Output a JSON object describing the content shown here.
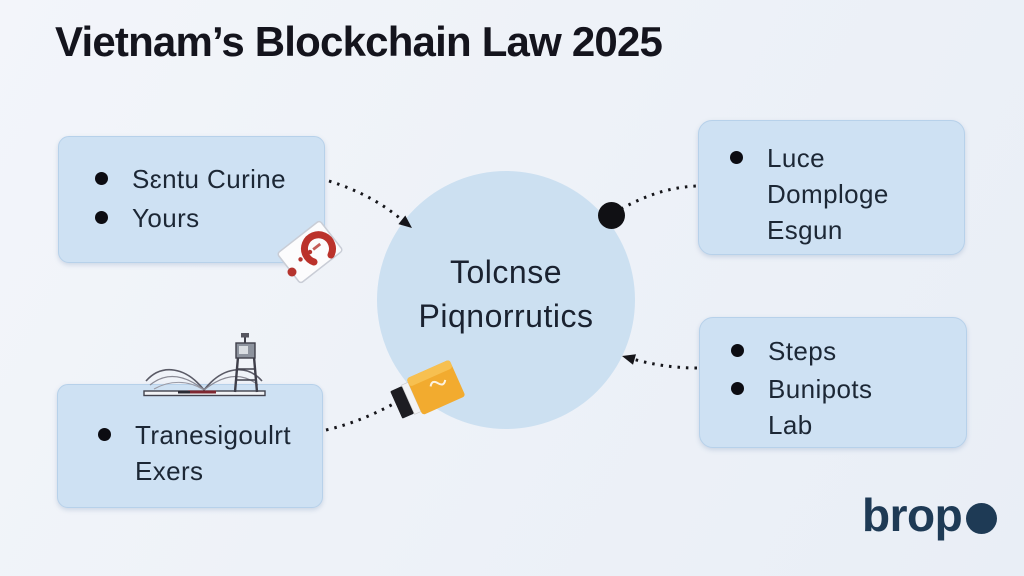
{
  "title": "Vietnam’s Blockchain Law 2025",
  "center": {
    "line1": "Tolcnse",
    "line2": "Piqnorrutics"
  },
  "nodes": {
    "top_left": {
      "items": [
        "Sɛntu Curine",
        "Yours"
      ],
      "icon": "tag-red-hook-icon"
    },
    "top_right": {
      "items": [
        "Luce Domploge Esgun"
      ]
    },
    "bottom_left": {
      "items": [
        "Tranesigoulrt Exers"
      ],
      "icon": "open-book-tower-icon"
    },
    "bottom_right": {
      "items": [
        "Steps",
        "Bunipots Lab"
      ]
    },
    "connector_icon": "yellow-marker-icon"
  },
  "logo": {
    "text": "brop"
  },
  "colors": {
    "background": "#eef1f7",
    "box_fill": "#cee1f3",
    "box_border": "#b7d1ea",
    "circle_fill": "#cce0f1",
    "title_text": "#14141d",
    "body_text": "#1c2735",
    "arrow": "#15151a",
    "logo": "#1e3a55",
    "marker_yellow": "#f2ab2f",
    "tag_red": "#b5342e"
  }
}
